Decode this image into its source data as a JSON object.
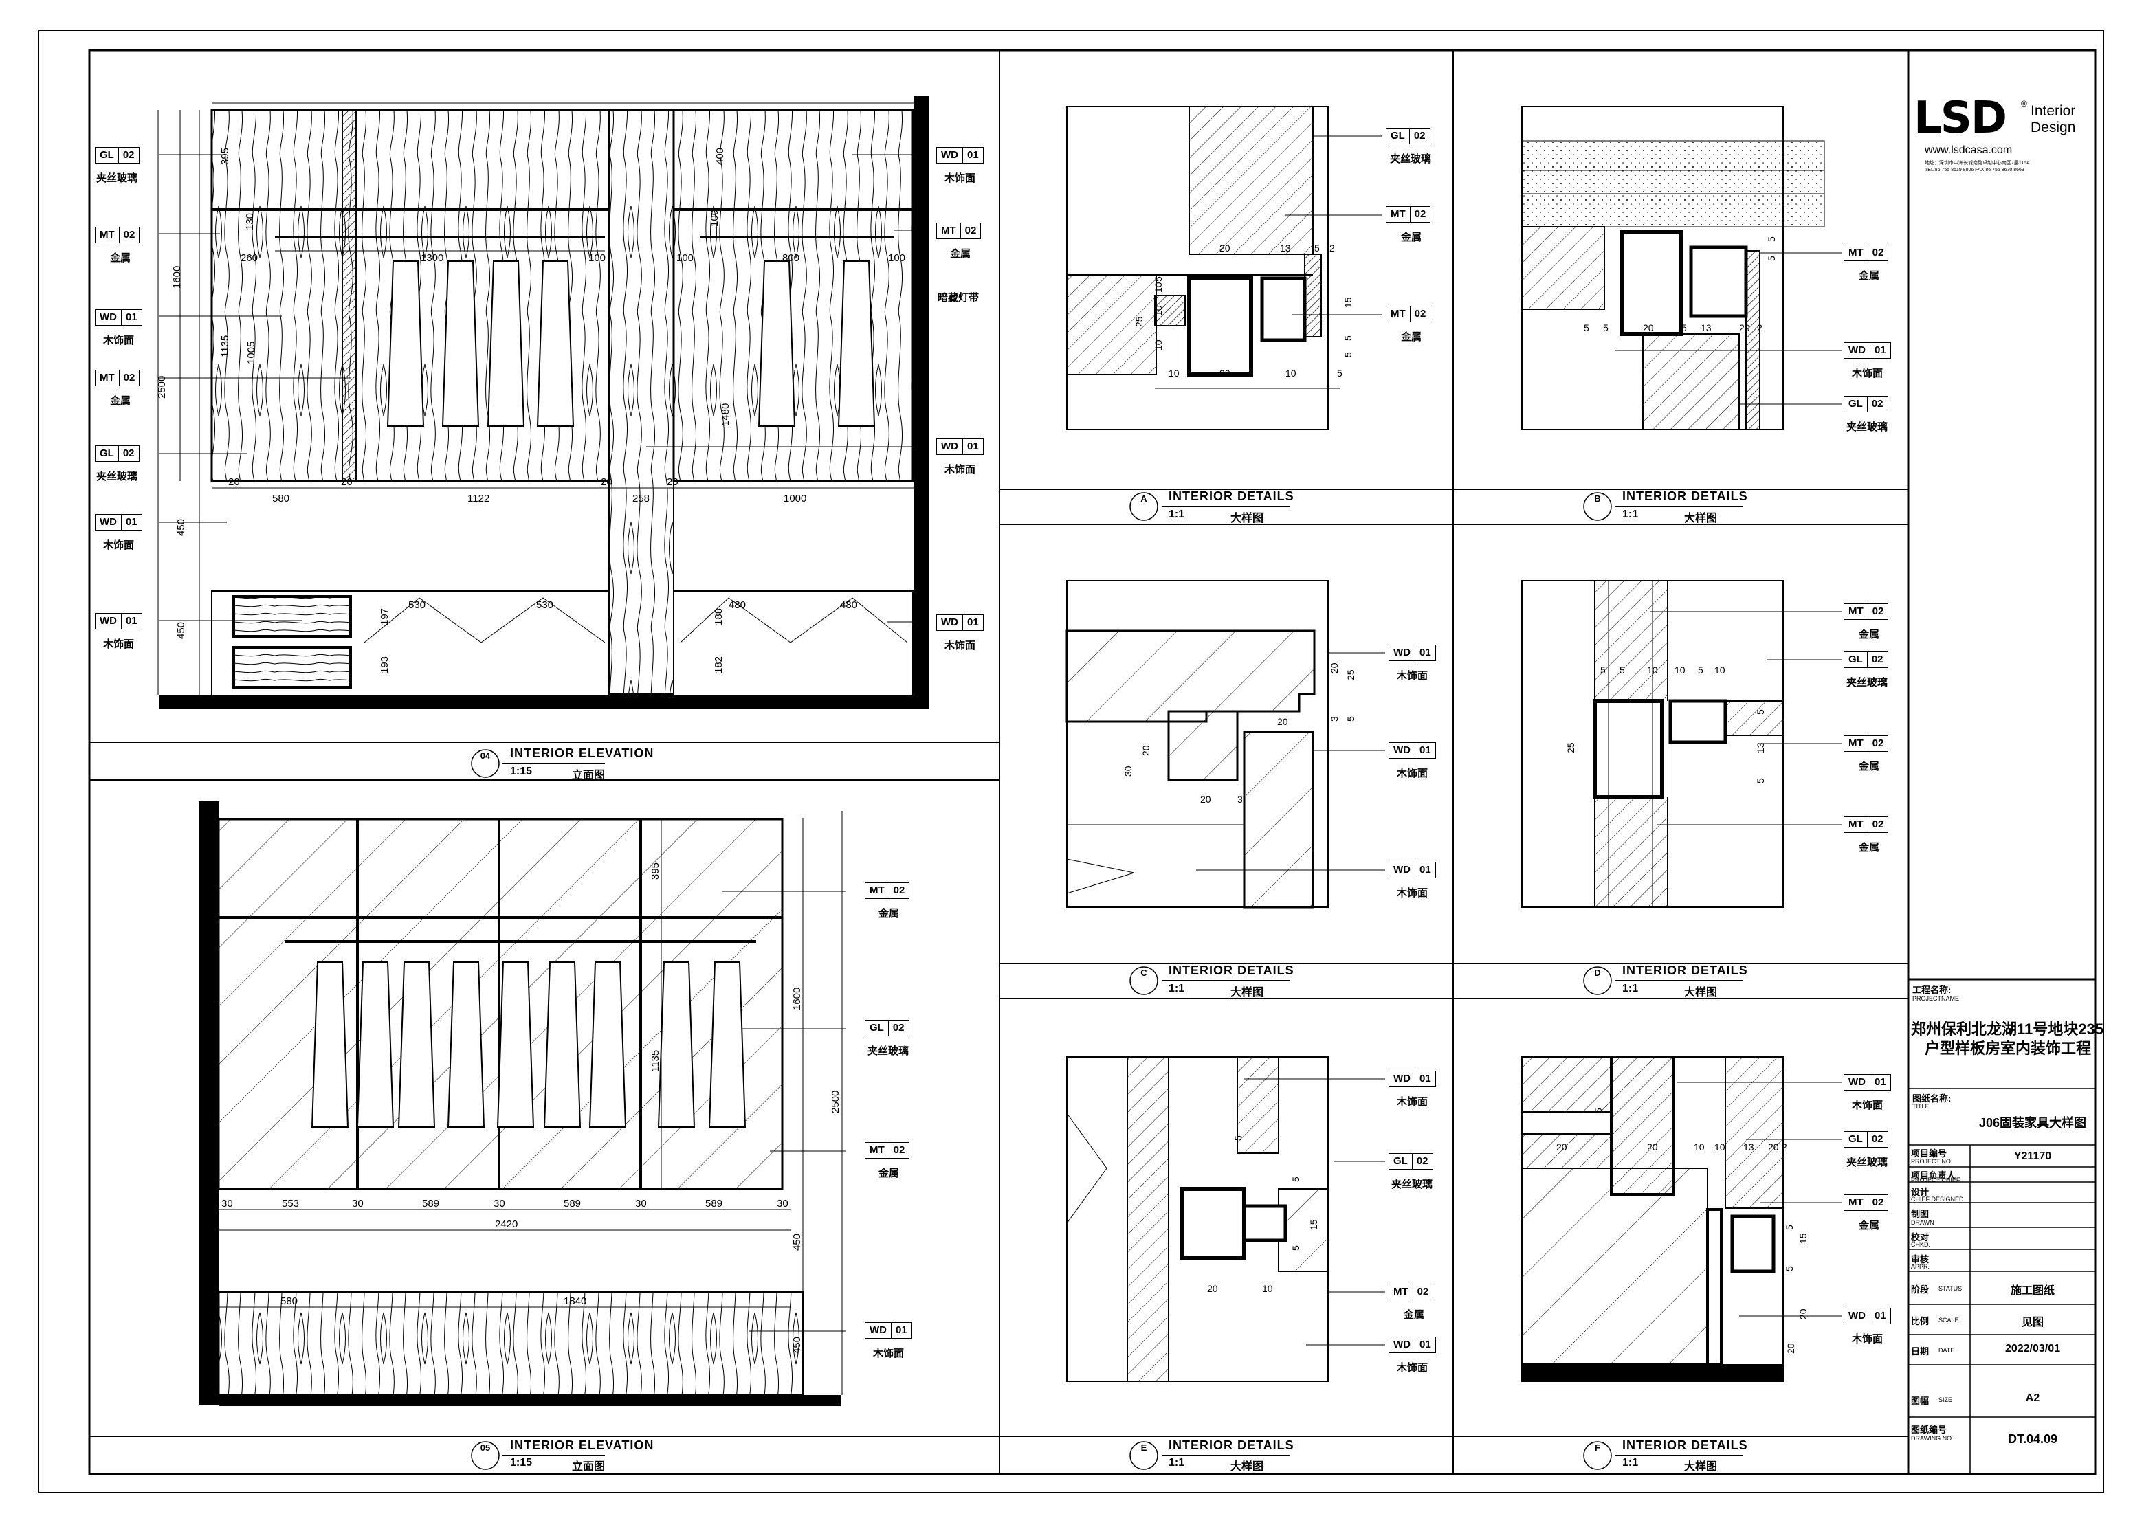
{
  "panels": {
    "p04": {
      "num": "04",
      "title": "INTERIOR ELEVATION",
      "scale": "1:15",
      "cn": "立面图"
    },
    "p05": {
      "num": "05",
      "title": "INTERIOR ELEVATION",
      "scale": "1:15",
      "cn": "立面图"
    },
    "pA": {
      "num": "A",
      "title": "INTERIOR DETAILS",
      "scale": "1:1",
      "cn": "大样图"
    },
    "pB": {
      "num": "B",
      "title": "INTERIOR DETAILS",
      "scale": "1:1",
      "cn": "大样图"
    },
    "pC": {
      "num": "C",
      "title": "INTERIOR DETAILS",
      "scale": "1:1",
      "cn": "大样图"
    },
    "pD": {
      "num": "D",
      "title": "INTERIOR DETAILS",
      "scale": "1:1",
      "cn": "大样图"
    },
    "pE": {
      "num": "E",
      "title": "INTERIOR DETAILS",
      "scale": "1:1",
      "cn": "大样图"
    },
    "pF": {
      "num": "F",
      "title": "INTERIOR DETAILS",
      "scale": "1:1",
      "cn": "大样图"
    }
  },
  "materials": {
    "GL02": {
      "code": "GL",
      "num": "02",
      "name": "夹丝玻璃"
    },
    "MT02": {
      "code": "MT",
      "num": "02",
      "name": "金属"
    },
    "WD01": {
      "code": "WD",
      "num": "01",
      "name": "木饰面"
    }
  },
  "notes": {
    "led": "暗藏灯带"
  },
  "dims": {
    "e04": {
      "d1600": "1600",
      "d2500": "2500",
      "d395": "395",
      "d1135": "1135",
      "d1005": "1005",
      "d450a": "450",
      "d450b": "450",
      "d130": "130",
      "d260": "260",
      "d1300": "1300",
      "d100a": "100",
      "d100b": "100",
      "d100c": "100",
      "d800": "800",
      "d100d": "100",
      "d400": "400",
      "d1480": "1480",
      "d580": "580",
      "d1122": "1122",
      "d258": "258",
      "d1000": "1000",
      "d20a": "20",
      "d20b": "20",
      "d20c": "20",
      "d20d": "20",
      "d530a": "530",
      "d530b": "530",
      "d480a": "480",
      "d480b": "480",
      "d197": "197",
      "d193": "193",
      "d188": "188",
      "d182": "182"
    },
    "e05": {
      "d553": "553",
      "d589a": "589",
      "d589b": "589",
      "d589c": "589",
      "d30a": "30",
      "d30b": "30",
      "d30c": "30",
      "d30d": "30",
      "d30e": "30",
      "d2420": "2420",
      "d580": "580",
      "d1840": "1840",
      "d395": "395",
      "d1135": "1135",
      "d1600": "1600",
      "d2500": "2500",
      "d450a": "450",
      "d450b": "450"
    },
    "dA": {
      "a20a": "20",
      "a13": "13",
      "a5a": "5",
      "a2": "2",
      "a15": "15",
      "a5b": "5",
      "a5c": "5",
      "a10a": "10",
      "a20b": "20",
      "a10b": "10",
      "a5d": "5",
      "a25": "25",
      "a10c": "10",
      "a10d": "10",
      "a10e": "10",
      "a5e": "5"
    },
    "dB": {
      "b5a": "5",
      "b5b": "5",
      "b20a": "20",
      "b5c": "5",
      "b20b": "20",
      "b13": "13",
      "b2": "2",
      "b5d": "5",
      "b5e": "5"
    },
    "dC": {
      "c20a": "20",
      "c25": "25",
      "c3a": "3",
      "c5": "5",
      "c20b": "20",
      "c20c": "20",
      "c30": "30",
      "c20d": "20",
      "c3b": "3"
    },
    "dD": {
      "d5a": "5",
      "d5b": "5",
      "d10a": "10",
      "d10b": "10",
      "d5c": "5",
      "d10c": "10",
      "d5d": "5",
      "d25": "25",
      "d13": "13",
      "d5e": "5"
    },
    "dE": {
      "e5a": "5",
      "e5b": "5",
      "e20": "20",
      "e10": "10",
      "e15": "15",
      "e5c": "5"
    },
    "dF": {
      "f5a": "5",
      "f10a": "10",
      "f20a": "20",
      "f20b": "20",
      "f10b": "10",
      "f13": "13",
      "f20c": "20",
      "f2": "2",
      "f5b": "5",
      "f15": "15",
      "f5c": "5",
      "f20d": "20",
      "f20e": "20"
    }
  },
  "logo": {
    "mark": "LSD",
    "r": "®",
    "line1": "Interior",
    "line2": "Design",
    "url": "www.lsdcasa.com",
    "addr1": "地址：深圳市中洲长城南路卓越中心南区7层115A",
    "addr2": "TEL:86 755 8619 8806   FAX:86 755 8670 8663"
  },
  "titleblock": {
    "project_label": "工程名称:",
    "project_label_en": "PROJECTNAME",
    "project_name_1": "郑州保利北龙湖11号地块235",
    "project_name_2": "户型样板房室内装饰工程",
    "title_label": "图纸名称:",
    "title_label_en": "TITLE",
    "title": "J06固装家具大样图",
    "projno_label": "项目编号",
    "projno_label_en": "PROJECT NO.",
    "projno": "Y21170",
    "chief_label": "项目负责人",
    "chief_label_en": "PROJECT CHIEF",
    "design_label": "设计",
    "design_label_en": "CHIEF DESIGNED",
    "drawn_label": "制图",
    "drawn_label_en": "DRAWN",
    "chkd_label": "校对",
    "chkd_label_en": "CHKD.",
    "appr_label": "审核",
    "appr_label_en": "APPR.",
    "status_label": "阶段",
    "status_label_en": "STATUS",
    "status": "施工图纸",
    "scale_label": "比例",
    "scale_label_en": "SCALE",
    "scale": "见图",
    "date_label": "日期",
    "date_label_en": "DATE",
    "date": "2022/03/01",
    "size_label": "图幅",
    "size_label_en": "SIZE",
    "size": "A2",
    "dwgno_label": "图纸编号",
    "dwgno_label_en": "DRAWING NO.",
    "dwgno": "DT.04.09"
  }
}
